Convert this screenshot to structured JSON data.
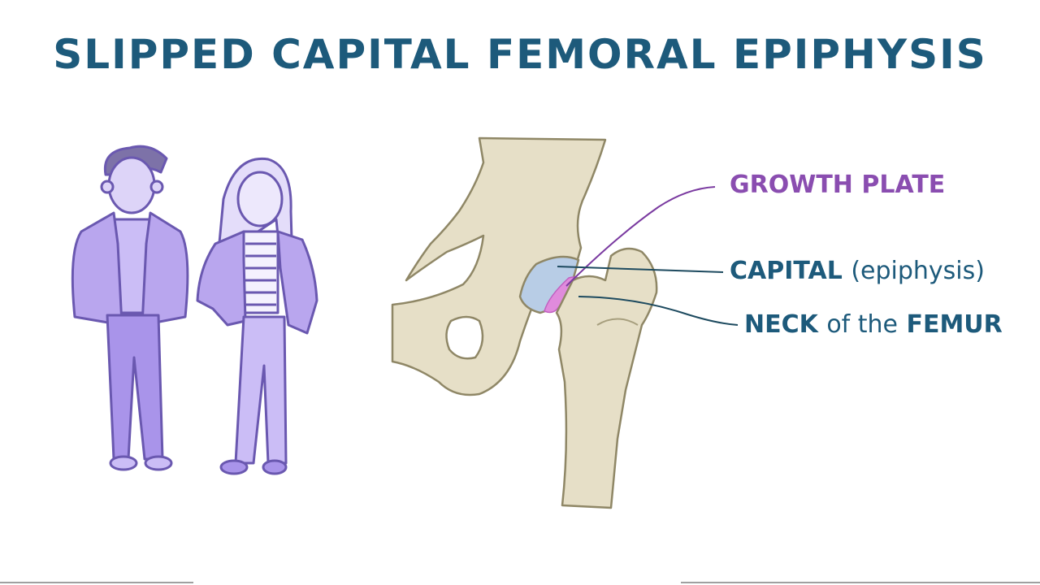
{
  "title": "SLIPPED CAPITAL FEMORAL EPIPHYSIS",
  "labels": {
    "growth_plate": "GROWTH PLATE",
    "capital_main": "CAPITAL",
    "capital_sub": "(epiphysis)",
    "neck_a": "NECK",
    "neck_b": "of the",
    "neck_c": "FEMUR"
  },
  "figures": [
    {
      "name": "adolescent-boy"
    },
    {
      "name": "adolescent-girl"
    }
  ],
  "colors": {
    "title": "#1d5a7b",
    "growth_plate": "#8a4db0",
    "bone": "#e6dfc7",
    "bone_outline": "#8f8766",
    "epiphysis": "#b8cde6",
    "growth_plate_fill": "#e08bdc",
    "figure_fill": "#b9a6ee",
    "figure_outline": "#6a58b0"
  }
}
